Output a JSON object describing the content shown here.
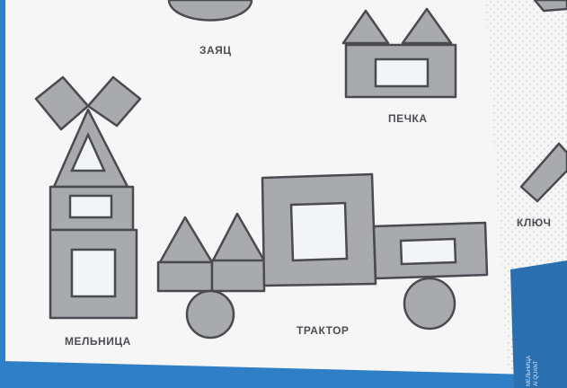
{
  "captions": {
    "hare": "ЗАЯЦ",
    "stove": "ПЕЧКА",
    "windmill": "МЕЛЬНИЦА",
    "tractor": "ТРАКТОР",
    "key": "КЛЮЧ"
  },
  "spine_text": [
    "МЕЛЬНИЦА",
    "AI QUANT"
  ],
  "colors": {
    "background_cloth": "#2f7fc6",
    "page": "#f6f6f7",
    "shape_fill": "#a9aaae",
    "shape_outline": "#4a4b50",
    "hole_fill": "#f3f4f6"
  }
}
